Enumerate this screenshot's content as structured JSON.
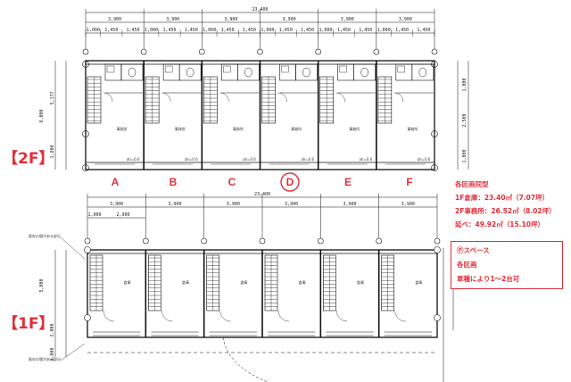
{
  "floor_labels": {
    "upper": "【2F】",
    "lower": "【1F】"
  },
  "unit_labels": [
    "A",
    "B",
    "C",
    "D",
    "E",
    "F"
  ],
  "highlighted_unit": "D",
  "info": {
    "title": "各区画同型",
    "line1": "1F倉庫：23.40㎡（7.07坪）",
    "line2": "2F事務所：26.52㎡（8.02坪）",
    "line3": "延べ：49.92㎡（15.10坪）"
  },
  "parking": {
    "title": "Ⓟスペース",
    "line1": "各区画",
    "line2": "車種により1～2台可"
  },
  "dimensions_2f": {
    "total": "23,400",
    "bays": [
      "3,900",
      "3,900",
      "3,900",
      "3,900",
      "3,900",
      "3,900"
    ],
    "sub": [
      "1,000",
      "1,450",
      "1,450",
      "1,000",
      "1,450",
      "1,450",
      "1,000",
      "1,450",
      "1,450",
      "1,000",
      "1,450",
      "1,450",
      "1,000",
      "1,450",
      "1,450",
      "1,000",
      "1,450",
      "1,450"
    ],
    "left_vertical": [
      "5,177",
      "8,000",
      "1,800"
    ],
    "right_vertical": [
      "1,000",
      "2,500",
      "1,000"
    ]
  },
  "dimensions_1f": {
    "total": "23,400",
    "bays": [
      "3,900",
      "3,900",
      "3,900",
      "3,900",
      "3,900",
      "3,900"
    ],
    "first_sub": [
      "1,000",
      "2,900"
    ],
    "left_vertical": [
      "5,000",
      "2,000",
      "1,000"
    ]
  },
  "room_2f": "事務所",
  "room_1f": "倉庫",
  "annotations_1f": {
    "top": "既存の塀がある部分",
    "bottom": "既存の塀がある部分"
  },
  "note_2f": "ah=0.6"
}
